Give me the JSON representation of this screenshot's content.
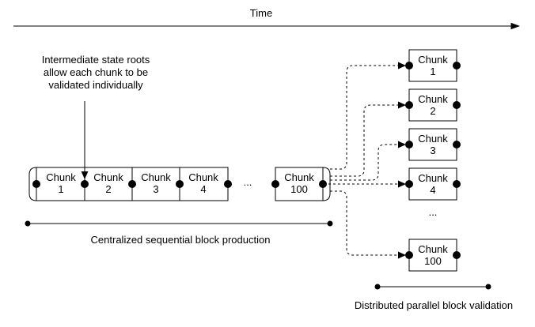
{
  "colors": {
    "ink": "#000000",
    "background": "#ffffff"
  },
  "timeline": {
    "label": "Time"
  },
  "annotation": {
    "lines": [
      "Intermediate state roots",
      "allow each chunk to be",
      "validated individually"
    ]
  },
  "production": {
    "chunk_word": "Chunk",
    "chunk_numbers": [
      "1",
      "2",
      "3",
      "4"
    ],
    "ellipsis": "...",
    "last_chunk_number": "100",
    "caption": "Centralized sequential block production"
  },
  "validation": {
    "chunk_word": "Chunk",
    "chunk_numbers": [
      "1",
      "2",
      "3",
      "4"
    ],
    "ellipsis": "...",
    "last_chunk_number": "100",
    "caption": "Distributed parallel block validation"
  }
}
